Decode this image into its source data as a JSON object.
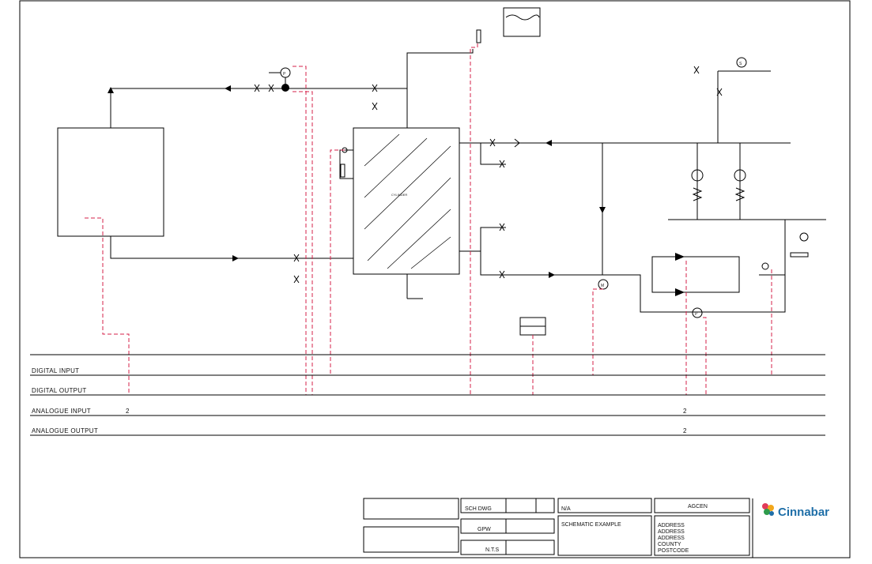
{
  "io_rails": {
    "digital_input": "DIGITAL INPUT",
    "digital_output": "DIGITAL OUTPUT",
    "analogue_input": "ANALOGUE INPUT",
    "analogue_output": "ANALOGUE OUTPUT",
    "count_2": "2"
  },
  "equipment": {
    "pump_symbol": "P",
    "motor_symbol": "M",
    "sensor_symbol": "S"
  },
  "title_block": {
    "drawing_no": "SCH DWG",
    "drawn_by": "GPW",
    "scale": "N.T.S",
    "client": "N/A",
    "title": "SCHEMATIC EXAMPLE",
    "status": "AGCEN",
    "address_lines": [
      "ADDRESS",
      "ADDRESS",
      "ADDRESS",
      "COUNTY",
      "POSTCODE"
    ]
  },
  "company": {
    "name": "Cinnabar"
  },
  "colors": {
    "signal_line": "#d6204a",
    "pipe_line": "#000000",
    "brand_blue": "#1f6fa8"
  }
}
